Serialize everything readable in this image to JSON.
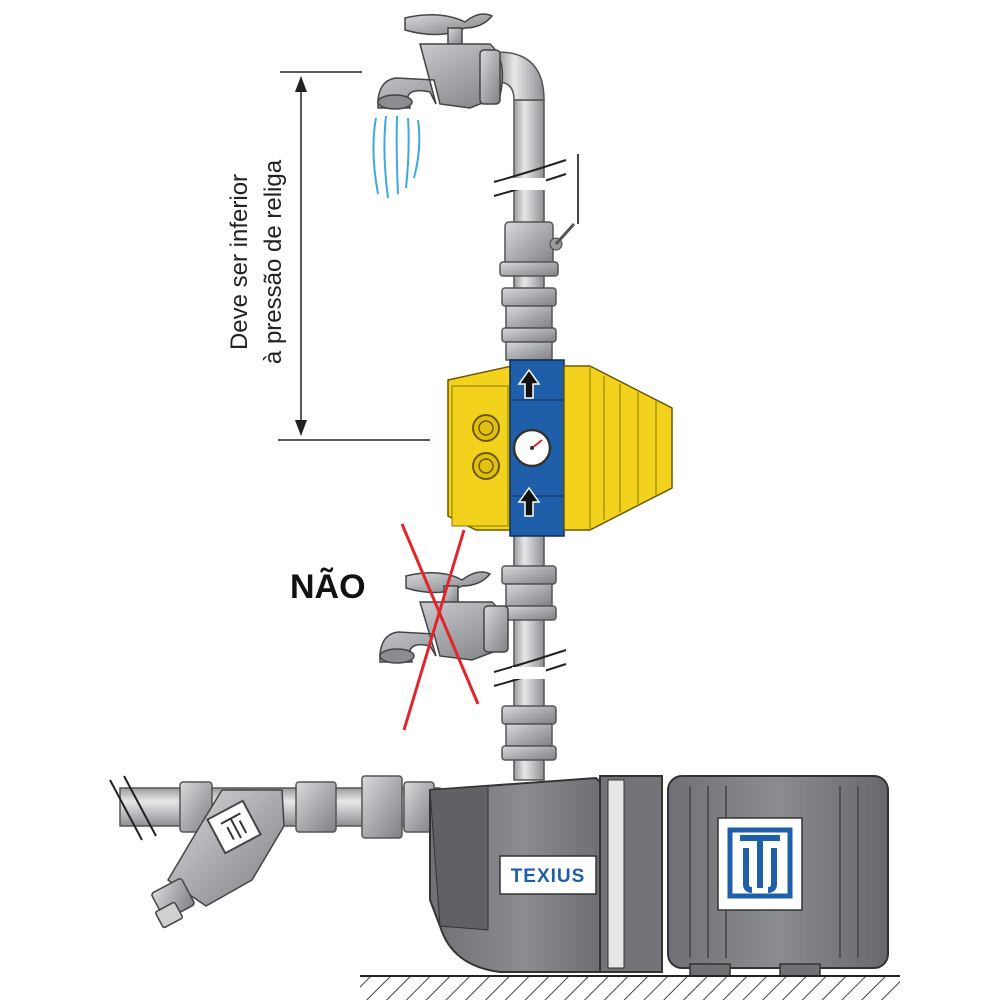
{
  "annotation": {
    "line1": "Deve ser inferior",
    "line2": "à pressão de religa"
  },
  "warning_label": "NÃO",
  "brand_label": "TEXIUS",
  "colors": {
    "controller_yellow": "#f2d21c",
    "controller_blue": "#1f5ea8",
    "pump_gray": "#7d7f82",
    "pipe_gray": "#c9cacc",
    "water_blue": "#3fa9dc",
    "cross_red": "#e0262b"
  },
  "icons": [
    "faucet-icon",
    "ball-valve-icon",
    "pressure-gauge-icon",
    "flow-arrow-icon",
    "texius-logo-icon",
    "y-strainer-icon"
  ]
}
